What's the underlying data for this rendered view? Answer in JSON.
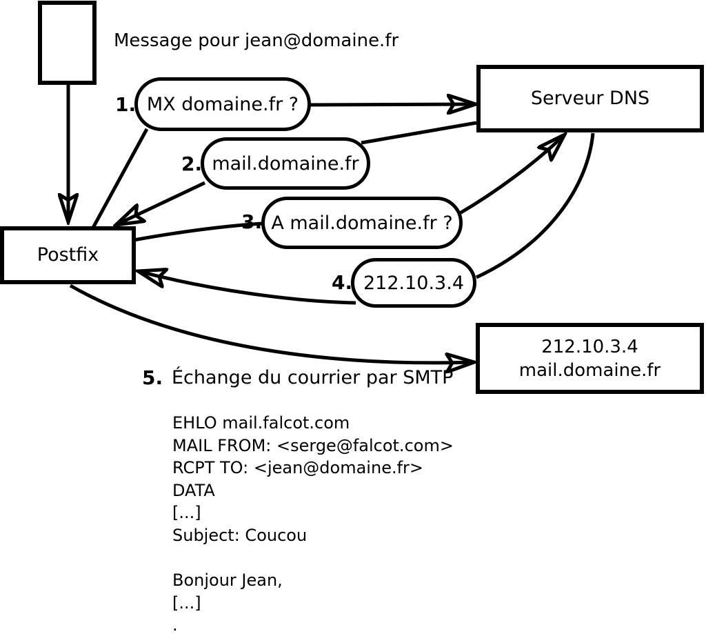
{
  "colors": {
    "ink": "#000000",
    "background": "#ffffff"
  },
  "header": {
    "message_label": "Message pour jean@domaine.fr"
  },
  "nodes": {
    "mail_client": {
      "label": ""
    },
    "postfix": {
      "label": "Postfix"
    },
    "dns_server": {
      "label": "Serveur DNS"
    },
    "mail_server": {
      "line1": "212.10.3.4",
      "line2": "mail.domaine.fr"
    }
  },
  "steps": [
    {
      "num": "1.",
      "label": "MX domaine.fr ?"
    },
    {
      "num": "2.",
      "label": "mail.domaine.fr"
    },
    {
      "num": "3.",
      "label": "A mail.domaine.fr ?"
    },
    {
      "num": "4.",
      "label": "212.10.3.4"
    },
    {
      "num": "5.",
      "label": "Échange du courrier par SMTP"
    }
  ],
  "smtp_session": {
    "lines": [
      "EHLO mail.falcot.com",
      "MAIL FROM: <serge@falcot.com>",
      "RCPT TO: <jean@domaine.fr>",
      "DATA",
      "[...]",
      "Subject: Coucou",
      "",
      "Bonjour Jean,",
      "[...]",
      "."
    ]
  }
}
